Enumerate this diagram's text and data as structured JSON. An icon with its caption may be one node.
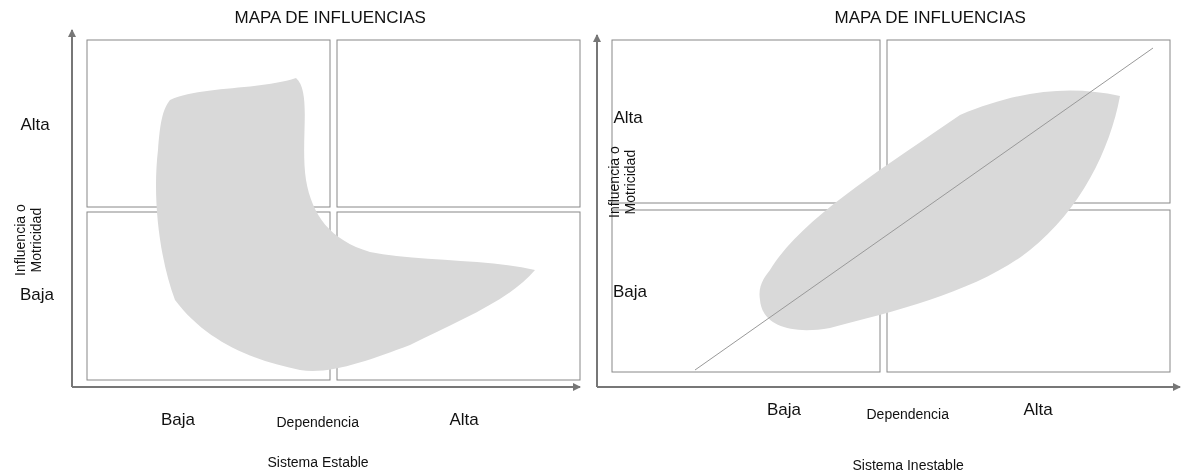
{
  "diagram": {
    "labels": [
      "MAPA DE INFLUENCIAS",
      "Alta",
      "Influencia o Motricidad",
      "Baja",
      "Baja",
      "Dependencia",
      "Alta",
      "Sistema Estable",
      "MAPA DE INFLUENCIAS",
      "Alta",
      "Influencia o Motricidad",
      "Baja",
      "Baja",
      "Dependencia",
      "Alta",
      "Sistema Inestable"
    ]
  }
}
